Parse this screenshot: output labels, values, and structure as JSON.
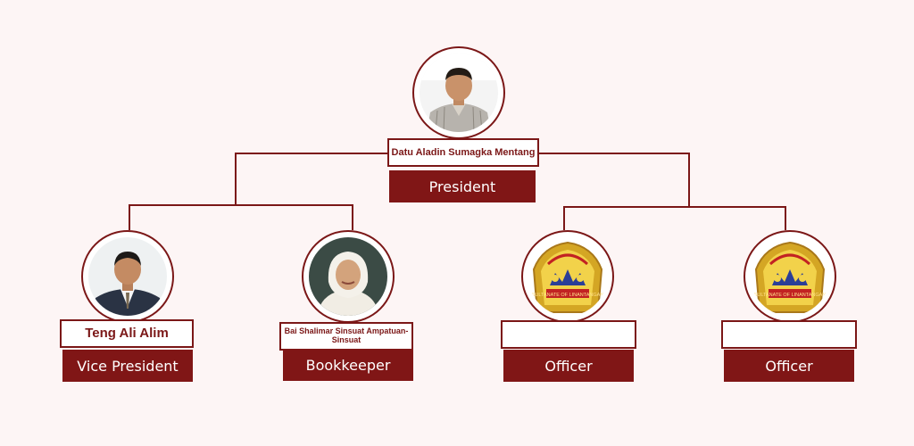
{
  "org_chart": {
    "president": {
      "name": "Datu Aladin Sumagka Mentang",
      "role": "President",
      "photo_icon": "man-portrait-striped-shirt"
    },
    "members": [
      {
        "name": "Teng Ali Alim",
        "role": "Vice President",
        "photo_icon": "man-portrait-suit"
      },
      {
        "name": "Bai Shalimar Sinsuat Ampatuan-Sinsuat",
        "role": "Bookkeeper",
        "photo_icon": "woman-portrait-hijab"
      },
      {
        "name": "",
        "role": "Officer",
        "photo_icon": "sultanate-crest-icon"
      },
      {
        "name": "",
        "role": "Officer",
        "photo_icon": "sultanate-crest-icon"
      }
    ],
    "crest_text": "SULTANATE OF LINANTANGAN",
    "colors": {
      "accent": "#801616",
      "background": "#fdf5f5"
    }
  }
}
